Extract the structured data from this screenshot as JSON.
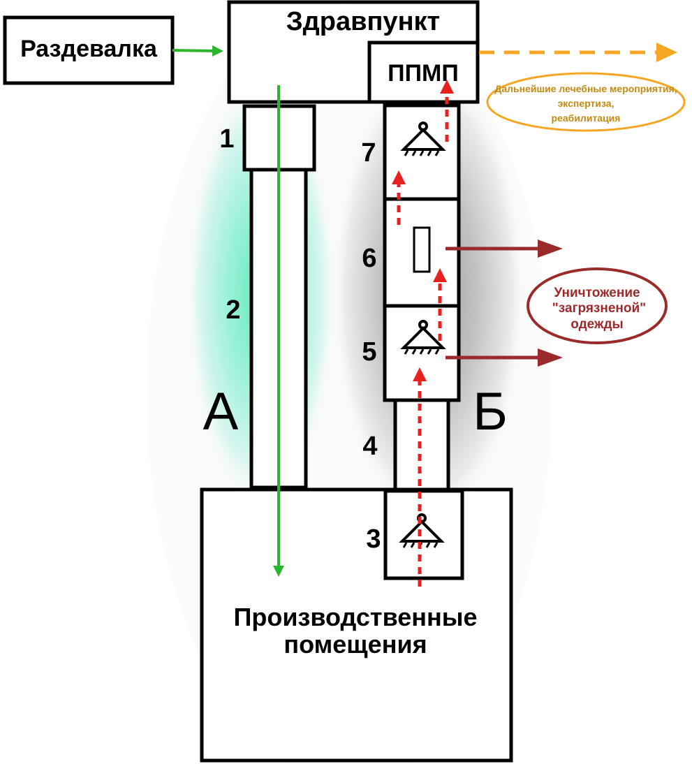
{
  "labels": {
    "locker_room": "Раздевалка",
    "health_post": "Здравпункт",
    "ppmp": "ППМП",
    "production": [
      "Производственные",
      "помещения"
    ],
    "further_measures": [
      "Дальнейшие лечебные мероприятия,",
      "экспертиза,",
      "реабилитация"
    ],
    "destruction": [
      "Уничтожение",
      "\"загрязненой\"",
      "одежды"
    ],
    "zone_a": "А",
    "zone_b": "Б",
    "n1": "1",
    "n2": "2",
    "n3": "3",
    "n4": "4",
    "n5": "5",
    "n6": "6",
    "n7": "7"
  },
  "colors": {
    "clean_route": "#2db52d",
    "contaminated_route": "#e82020",
    "further_route": "#f5a623",
    "disposal_route": "#9b2b2b",
    "zone_a_glow": "#1fe0b0",
    "zone_b_glow": "#8a8a8a"
  },
  "icons": [
    "shower-icon",
    "clothes-rack-icon"
  ]
}
